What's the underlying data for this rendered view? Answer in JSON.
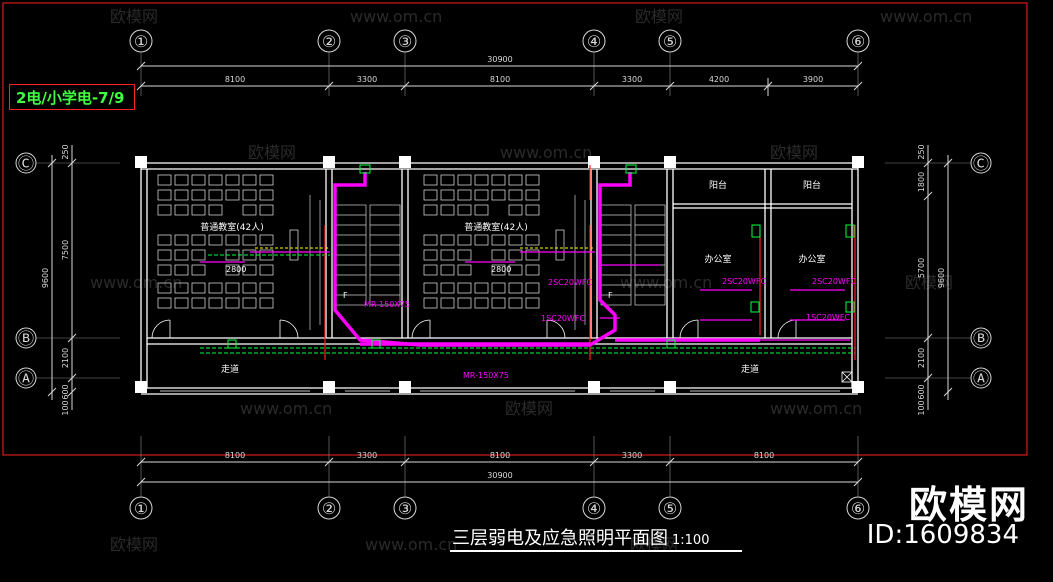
{
  "drawing": {
    "sheet_tag": "2电/小学电-7/9",
    "title": "三层弱电及应急照明平面图",
    "scale": "1:100",
    "brand": "欧模网",
    "brand_id": "ID:1609834",
    "watermark_brand": "欧模网",
    "watermark_url": "www.om.cn"
  },
  "axes": {
    "top_labels": [
      "①",
      "②",
      "③",
      "④",
      "⑤",
      "⑥"
    ],
    "bottom_labels": [
      "①",
      "②",
      "③",
      "④",
      "⑤",
      "⑥"
    ],
    "left_labels": [
      "Ⓒ",
      "Ⓑ",
      "Ⓐ"
    ],
    "right_labels": [
      "Ⓒ",
      "Ⓑ",
      "Ⓐ"
    ]
  },
  "dimensions": {
    "top_total": "30900",
    "top_spans": [
      "8100",
      "3300",
      "8100",
      "3300",
      "4200",
      "3900"
    ],
    "bottom_total": "30900",
    "bottom_spans": [
      "8100",
      "3300",
      "8100",
      "3300",
      "8100"
    ],
    "left_total": "9600",
    "left_spans": [
      "250",
      "7500",
      "2100",
      "600",
      "100"
    ],
    "right_total": "9600",
    "right_spans": [
      "250",
      "1800",
      "5700",
      "2100",
      "600",
      "100"
    ]
  },
  "rooms": {
    "classroom_1": "普通教室(42人)",
    "classroom_2": "普通教室(42人)",
    "balcony_1": "阳台",
    "balcony_2": "阳台",
    "office_1": "办公室",
    "office_2": "办公室",
    "corridor_1": "走道",
    "corridor_2": "走道"
  },
  "annotations": {
    "tray_1": "MR-150X75",
    "tray_2": "MR-150X75",
    "cable_1": "2SC20WFC",
    "cable_2": "2SC20WFC",
    "cable_3": "2SC20WFC",
    "cable_4": "1SC20WFC",
    "cable_5": "1SC20WFC",
    "height_1": "2800",
    "height_2": "2800",
    "stair_f1": "F",
    "stair_f2": "F"
  },
  "colors": {
    "background": "#000000",
    "wall": "#ffffff",
    "dimension": "#d8d8d8",
    "cable": "#ff00ff",
    "emergency": "#00ff40",
    "sheet_tag_text": "#40ff40",
    "sheet_tag_border": "#ff2020",
    "red_line": "#ff2020",
    "yellow_line": "#ffff00",
    "stair": "#d0d0d0"
  }
}
